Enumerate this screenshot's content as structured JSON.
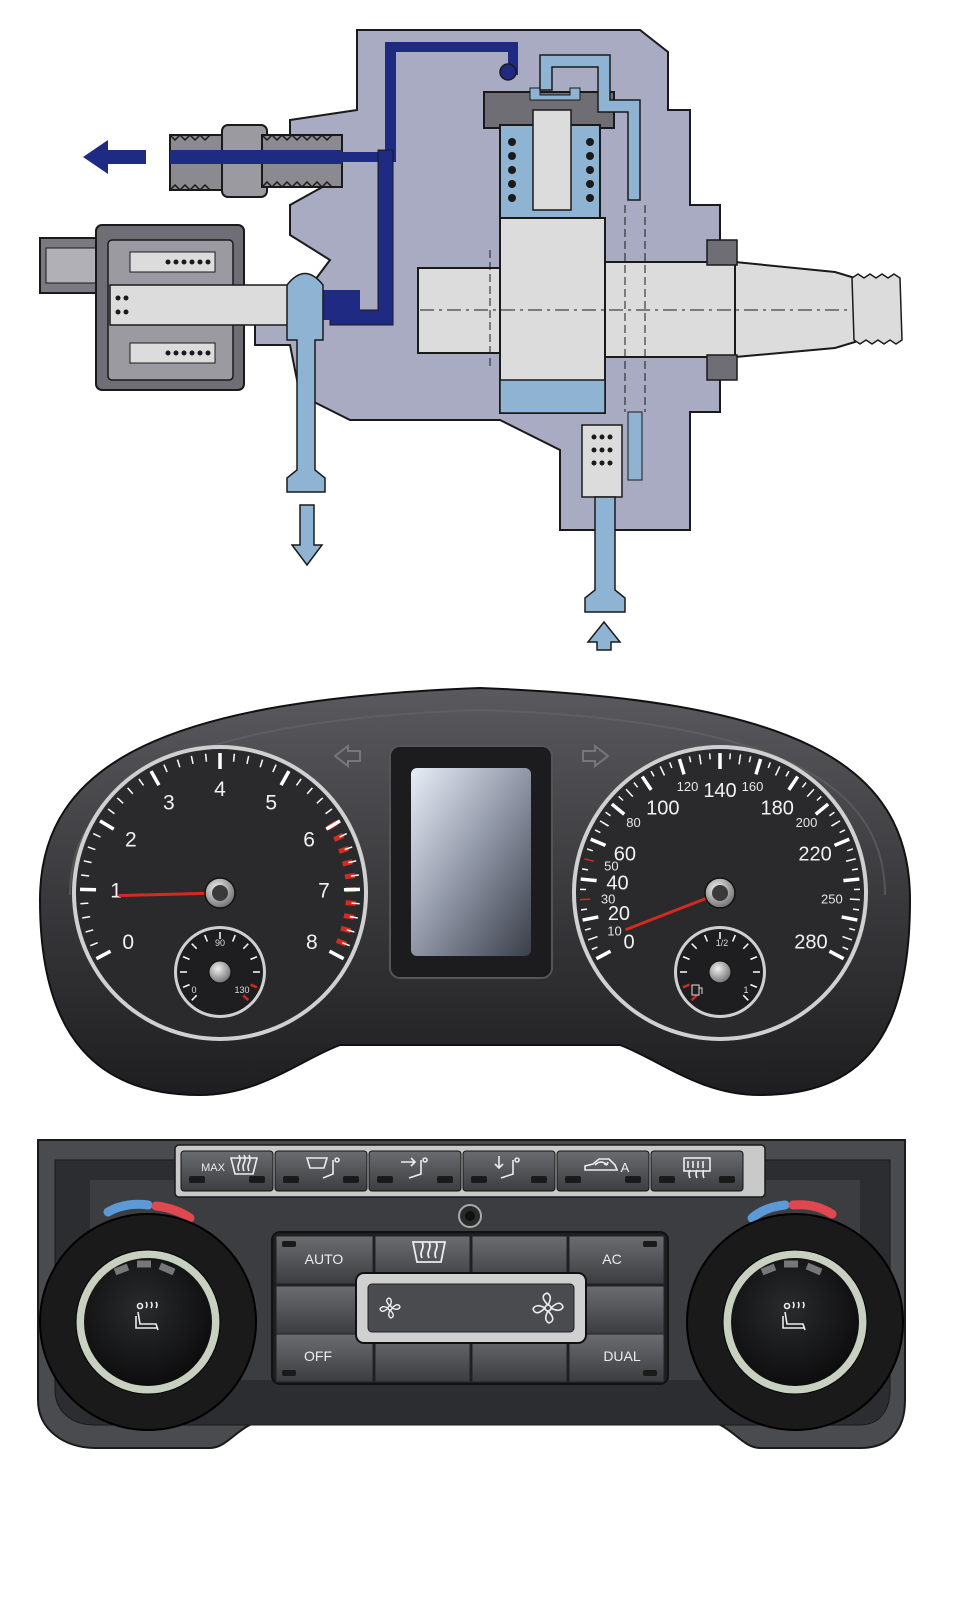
{
  "colors": {
    "housing": "#a8abc2",
    "housing_edge": "#1a1a1a",
    "high_pressure": "#1f2a82",
    "low_pressure": "#8fb3d3",
    "steel": "#dcdcdc",
    "dark_metal": "#6e6e74",
    "cluster_body": "#3a3a3c",
    "needle": "#d42a1f",
    "redline": "#d42a1f",
    "cool_blue": "#5b9ad6",
    "warm_red": "#e0474f"
  },
  "tachometer": {
    "labels": [
      "0",
      "1",
      "2",
      "3",
      "4",
      "5",
      "6",
      "7",
      "8"
    ],
    "needle_value": 0.9,
    "redline_start": 6
  },
  "speedometer": {
    "major_labels": [
      "0",
      "20",
      "40",
      "60",
      "100",
      "140",
      "180",
      "220",
      "280"
    ],
    "minor_labels": [
      "10",
      "30",
      "50",
      "80",
      "120",
      "160",
      "200",
      "250"
    ],
    "needle_value": 8
  },
  "temp_gauge": {
    "labels": [
      "0",
      "90",
      "130"
    ]
  },
  "fuel_gauge": {
    "labels": [
      "1/2",
      "1"
    ]
  },
  "climate": {
    "top_buttons": [
      {
        "label": "MAX",
        "icon": "windshield-defrost-icon"
      },
      {
        "label": "",
        "icon": "defrost-feet-icon"
      },
      {
        "label": "",
        "icon": "vent-face-icon"
      },
      {
        "label": "",
        "icon": "vent-feet-icon"
      },
      {
        "label": "A",
        "icon": "recirculation-car-icon"
      },
      {
        "label": "",
        "icon": "rear-defrost-icon"
      }
    ],
    "auto_label": "AUTO",
    "ac_label": "AC",
    "off_label": "OFF",
    "dual_label": "DUAL",
    "fan_low_icon": "fan-low-icon",
    "fan_high_icon": "fan-high-icon",
    "center_icon": "windshield-defrost-icon",
    "knob_icon": "seat-heater-icon"
  }
}
